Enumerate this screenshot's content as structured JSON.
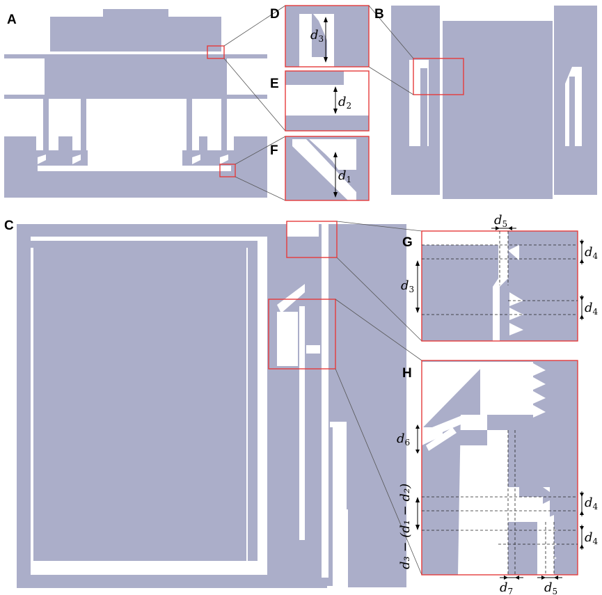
{
  "panels": {
    "A": "A",
    "B": "B",
    "C": "C",
    "D": "D",
    "E": "E",
    "F": "F",
    "G": "G",
    "H": "H"
  },
  "labels": {
    "d1": "d",
    "d1_sub": "1",
    "d2": "d",
    "d2_sub": "2",
    "d3": "d",
    "d3_sub": "3",
    "d4": "d",
    "d4_sub": "4",
    "d5": "d",
    "d5_sub": "5",
    "d6": "d",
    "d6_sub": "6",
    "d7": "d",
    "d7_sub": "7",
    "combo": "d₃ − (d₁ − d₂)"
  },
  "colors": {
    "solid": "#abaec9",
    "frame": "#e53b3b",
    "background": "#ffffff"
  }
}
